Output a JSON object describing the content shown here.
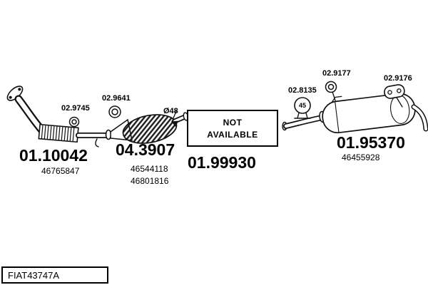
{
  "footer": {
    "code": "FIAT43747A"
  },
  "na_box": {
    "line1": "NOT",
    "line2": "AVAILABLE",
    "part_id": "01.99930"
  },
  "parts": {
    "clamp_front": {
      "id": "02.9745"
    },
    "ring_front": {
      "id": "02.9641"
    },
    "front_pipe": {
      "id": "01.10042",
      "oem": "46765847"
    },
    "catalyst": {
      "id": "04.3907",
      "oem1": "46544118",
      "oem2": "46801816",
      "diameter": "Ø48"
    },
    "clamp_rear": {
      "id": "02.8135",
      "size": "45"
    },
    "ring_rear": {
      "id": "02.9177"
    },
    "hanger_rear": {
      "id": "02.9176"
    },
    "muffler": {
      "id": "01.95370",
      "oem": "46455928"
    }
  }
}
